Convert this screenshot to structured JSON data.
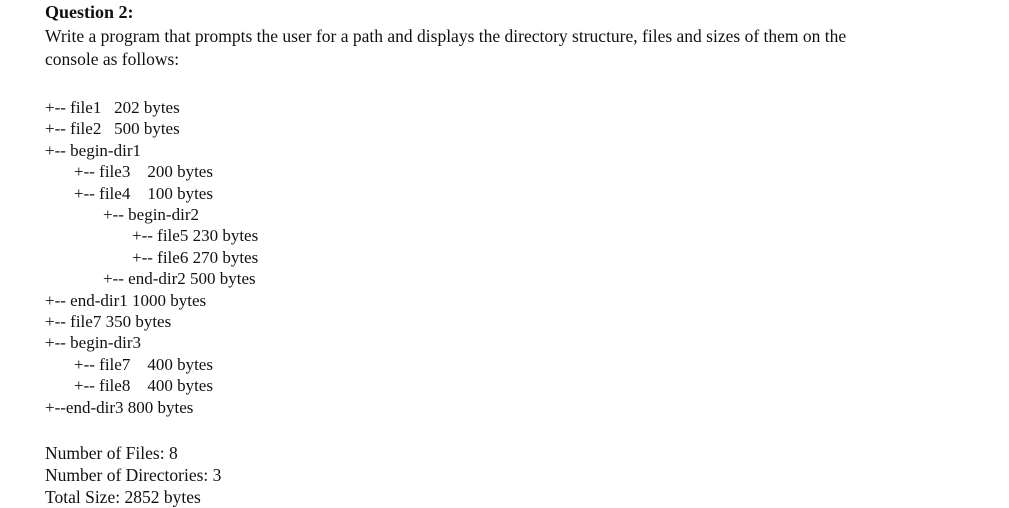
{
  "question": {
    "heading": "Question 2:",
    "body_lines": [
      "Write a program that prompts the user for a path and displays the directory structure, files and sizes of them on the",
      "console as follows:"
    ]
  },
  "console_output": {
    "lines": [
      {
        "indent": 0,
        "text": "+-- file1   202 bytes"
      },
      {
        "indent": 0,
        "text": "+-- file2   500 bytes"
      },
      {
        "indent": 0,
        "text": "+-- begin-dir1"
      },
      {
        "indent": 1,
        "text": "+-- file3    200 bytes"
      },
      {
        "indent": 1,
        "text": "+-- file4    100 bytes"
      },
      {
        "indent": 2,
        "text": "+-- begin-dir2"
      },
      {
        "indent": 3,
        "text": "+-- file5 230 bytes"
      },
      {
        "indent": 3,
        "text": "+-- file6 270 bytes"
      },
      {
        "indent": 2,
        "text": "+-- end-dir2 500 bytes"
      },
      {
        "indent": 0,
        "text": "+-- end-dir1 1000 bytes"
      },
      {
        "indent": 0,
        "text": "+-- file7 350 bytes"
      },
      {
        "indent": 0,
        "text": "+-- begin-dir3"
      },
      {
        "indent": 1,
        "text": "+-- file7    400 bytes"
      },
      {
        "indent": 1,
        "text": "+-- file8    400 bytes"
      },
      {
        "indent": 0,
        "text": "+--end-dir3 800 bytes"
      }
    ]
  },
  "summary": {
    "files": "Number of Files: 8",
    "directories": "Number of Directories: 3",
    "total_size": "Total Size: 2852 bytes"
  }
}
